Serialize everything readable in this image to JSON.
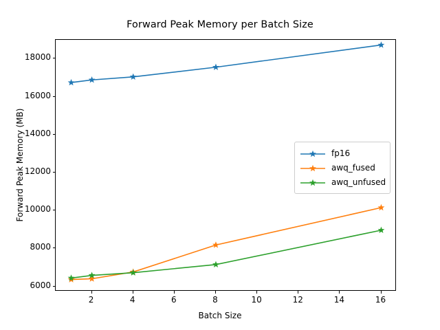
{
  "chart_data": {
    "type": "line",
    "title": "Forward Peak Memory per Batch Size",
    "xlabel": "Batch Size",
    "ylabel": "Forward Peak Memory (MB)",
    "x": [
      1,
      2,
      4,
      8,
      16
    ],
    "xlim": [
      0.25,
      16.75
    ],
    "ylim": [
      5730,
      18990
    ],
    "xticks": [
      2,
      4,
      6,
      8,
      10,
      12,
      14,
      16
    ],
    "xticklabels": [
      "2",
      "4",
      "6",
      "8",
      "10",
      "12",
      "14",
      "16"
    ],
    "yticks": [
      6000,
      8000,
      10000,
      12000,
      14000,
      16000,
      18000
    ],
    "yticklabels": [
      "6000",
      "8000",
      "10000",
      "12000",
      "14000",
      "16000",
      "18000"
    ],
    "grid": false,
    "legend_position": "center right",
    "marker": "star",
    "series": [
      {
        "name": "fp16",
        "color": "#1f77b4",
        "values": [
          16740,
          16880,
          17040,
          17550,
          18720
        ]
      },
      {
        "name": "awq_fused",
        "color": "#ff7f0e",
        "values": [
          6360,
          6400,
          6760,
          8180,
          10150
        ]
      },
      {
        "name": "awq_unfused",
        "color": "#2ca02c",
        "values": [
          6440,
          6580,
          6720,
          7150,
          8960
        ]
      }
    ]
  },
  "legend": {
    "entries": [
      {
        "label": "fp16"
      },
      {
        "label": "awq_fused"
      },
      {
        "label": "awq_unfused"
      }
    ]
  }
}
